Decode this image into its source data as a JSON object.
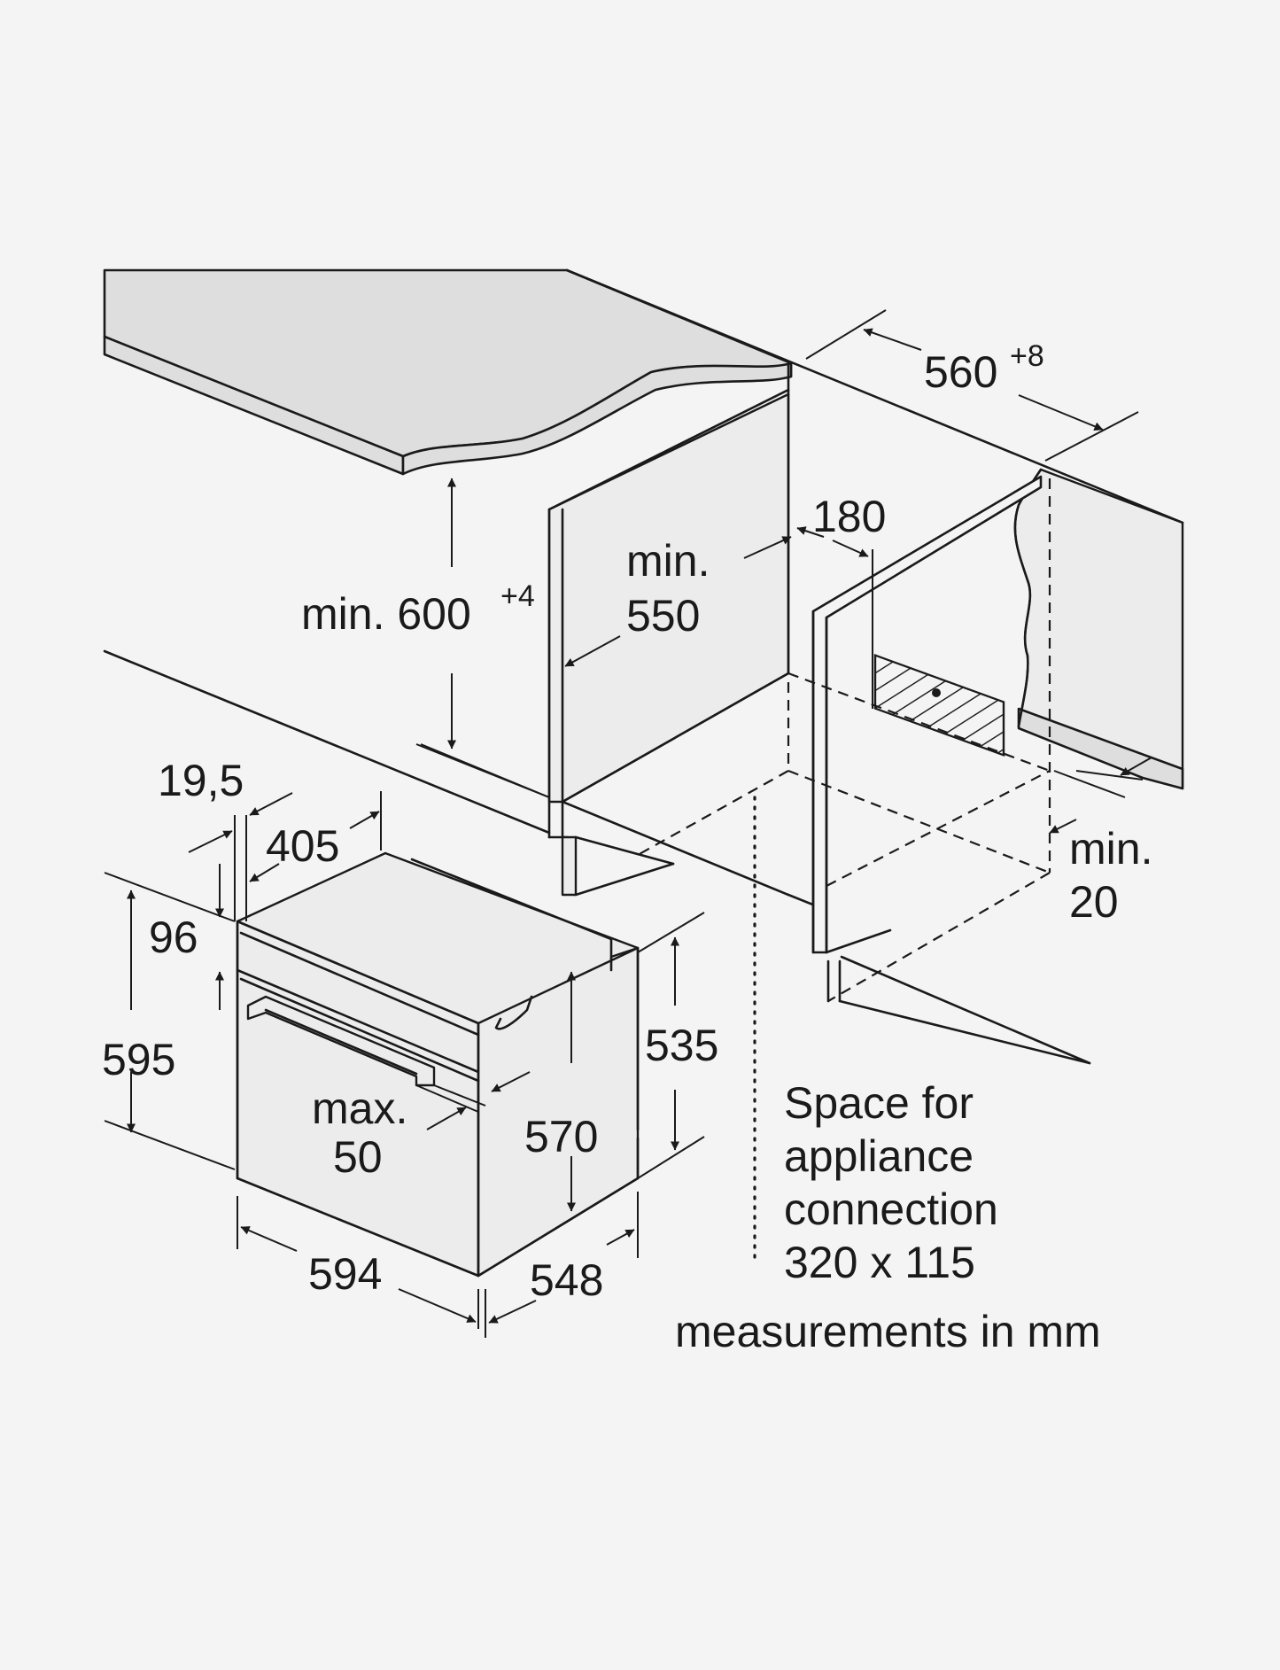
{
  "colors": {
    "background": "#f4f4f4",
    "line": "#1a1a1a",
    "surface": "#dedede"
  },
  "labels": {
    "width_niche": "560",
    "width_niche_tol": "+8",
    "height_niche_prefix": "min. 600",
    "height_niche_tol": "+4",
    "depth_min_a": "min.",
    "depth_min_b": "550",
    "vent_depth": "180",
    "rear_gap_a": "min.",
    "rear_gap_b": "20",
    "front_offset": "19,5",
    "top_depth": "405",
    "panel_height": "96",
    "total_height": "595",
    "body_height_outer": "535",
    "body_height_inner": "570",
    "handle_a": "max.",
    "handle_b": "50",
    "total_width": "594",
    "total_depth": "548",
    "connection_1": "Space for",
    "connection_2": "appliance",
    "connection_3": "connection",
    "connection_4": "320 x 115",
    "units_note": "measurements in mm"
  }
}
